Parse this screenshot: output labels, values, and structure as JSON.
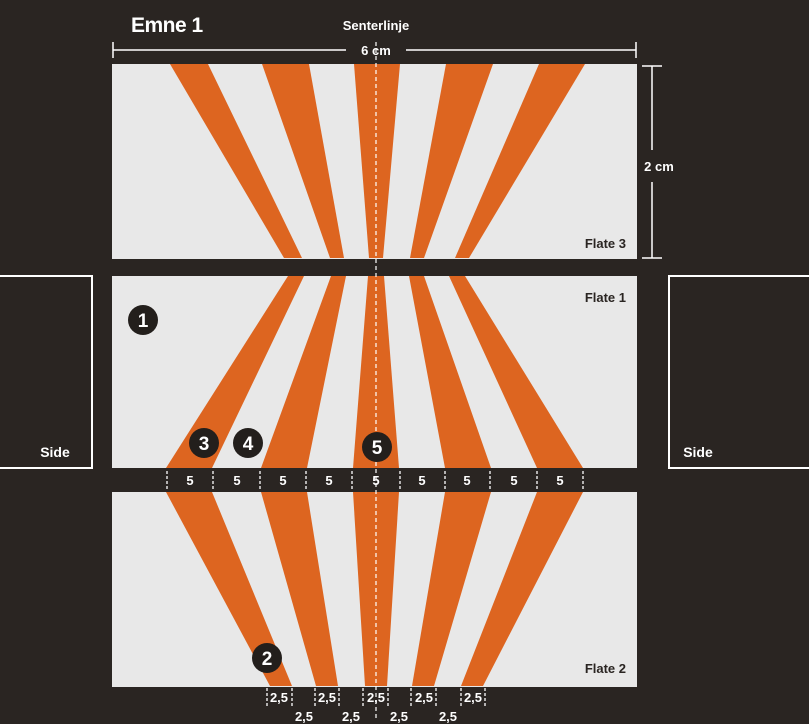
{
  "title": "Emne 1",
  "centerline_label": "Senterlinje",
  "width_label": "6 cm",
  "height_label": "2 cm",
  "side_left_label": "Side",
  "side_right_label": "Side",
  "faces": {
    "flate3": "Flate 3",
    "flate1": "Flate 1",
    "flate2": "Flate 2"
  },
  "markers": [
    "1",
    "2",
    "3",
    "4",
    "5"
  ],
  "wide_spacing": [
    "5",
    "5",
    "5",
    "5",
    "5",
    "5",
    "5",
    "5",
    "5"
  ],
  "narrow_spacing_top": [
    "2,5",
    "2,5",
    "2,5",
    "2,5",
    "2,5"
  ],
  "narrow_spacing_bottom": [
    "2,5",
    "2,5",
    "2,5",
    "2,5"
  ],
  "colors": {
    "background": "#2a2522",
    "panel": "#e8e8e8",
    "stripe": "#dd6520",
    "text": "#ffffff"
  }
}
